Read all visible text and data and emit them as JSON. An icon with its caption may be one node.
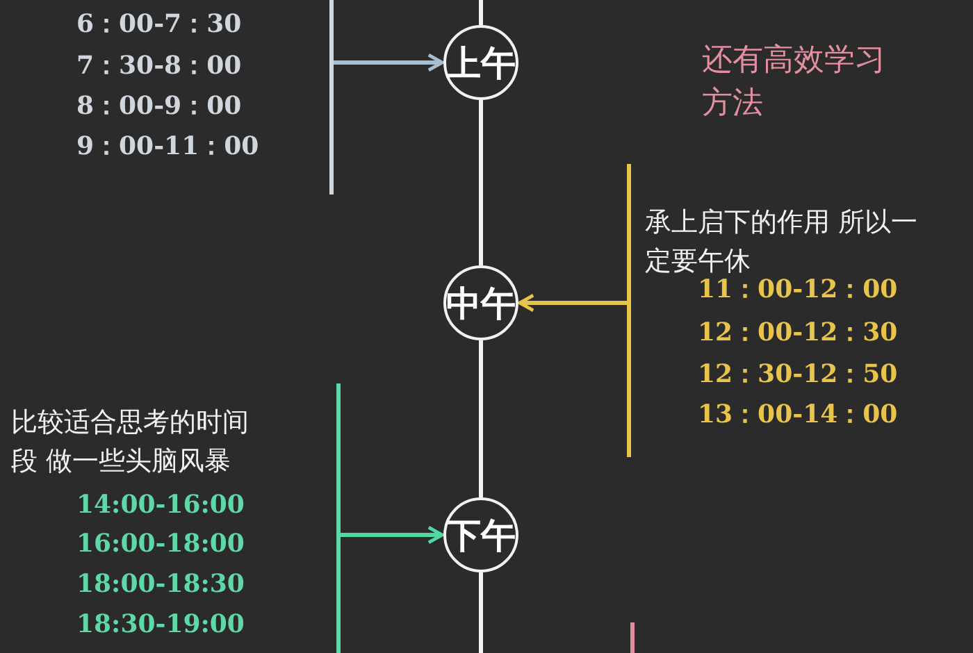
{
  "diagram": {
    "nodes": [
      {
        "text": [
          "6：00-7：30",
          "7：30-8：00",
          "8：00-9：00",
          "9：00-11：00"
        ]
      },
      {
        "text": [
          "上午"
        ]
      },
      {
        "text": [
          "中午"
        ]
      },
      {
        "text": [
          "承上启下的作用 所以一定要午休",
          "11：00-12：00",
          "12：00-12：30",
          "12：30-12：50",
          "13：00-14：00"
        ]
      },
      {
        "text": [
          "下午"
        ]
      },
      {
        "text": [
          "比较适合思考的时间段 做一些头脑风暴",
          "14:00-16:00",
          "16:00-18:00",
          "18:00-18:30",
          "18:30-19:00"
        ]
      }
    ],
    "edges": [
      {
        "from": 0,
        "to": 1,
        "arrow": "to",
        "color": "#a9bdd0"
      },
      {
        "from": 3,
        "to": 2,
        "arrow": "to",
        "color": "#e6c44c"
      },
      {
        "from": 5,
        "to": 4,
        "arrow": "to",
        "color": "#52d9a2"
      },
      {
        "from": null,
        "to": 1,
        "arrow": "none"
      },
      {
        "from": 1,
        "to": 2,
        "arrow": "none"
      },
      {
        "from": 2,
        "to": 4,
        "arrow": "none"
      },
      {
        "from": 4,
        "to": null,
        "arrow": "none"
      }
    ],
    "labels": [
      "还有高效学习方法"
    ]
  }
}
